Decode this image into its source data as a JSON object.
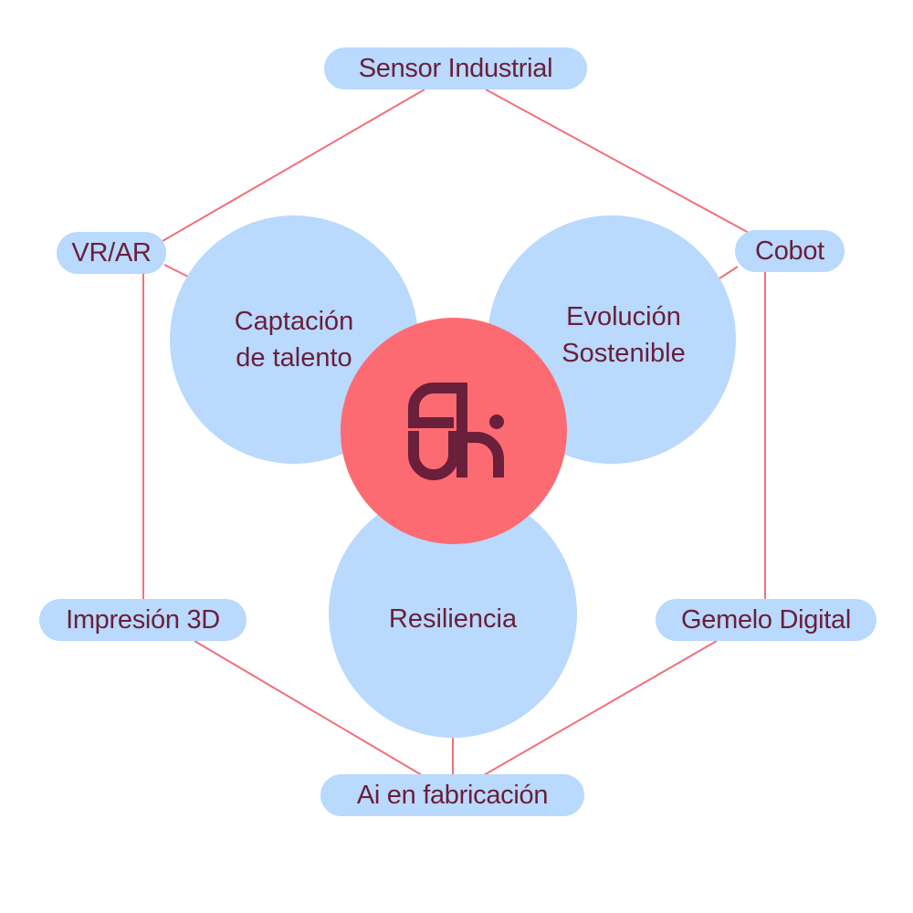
{
  "center": {
    "logo_text": "gh",
    "color": "#fd6b72"
  },
  "pillars": [
    {
      "lines": [
        "Captación",
        "de talento"
      ]
    },
    {
      "lines": [
        "Evolución",
        "Sostenible"
      ]
    },
    {
      "lines": [
        "Resiliencia"
      ]
    }
  ],
  "technologies": {
    "sensor": "Sensor Industrial",
    "vrar": "VR/AR",
    "cobot": "Cobot",
    "impresion": "Impresión 3D",
    "gemelo": "Gemelo Digital",
    "ai": "Ai en fabricación"
  },
  "colors": {
    "node": "#b9d9fd",
    "text": "#6a1f3a",
    "line": "#f0707a"
  }
}
